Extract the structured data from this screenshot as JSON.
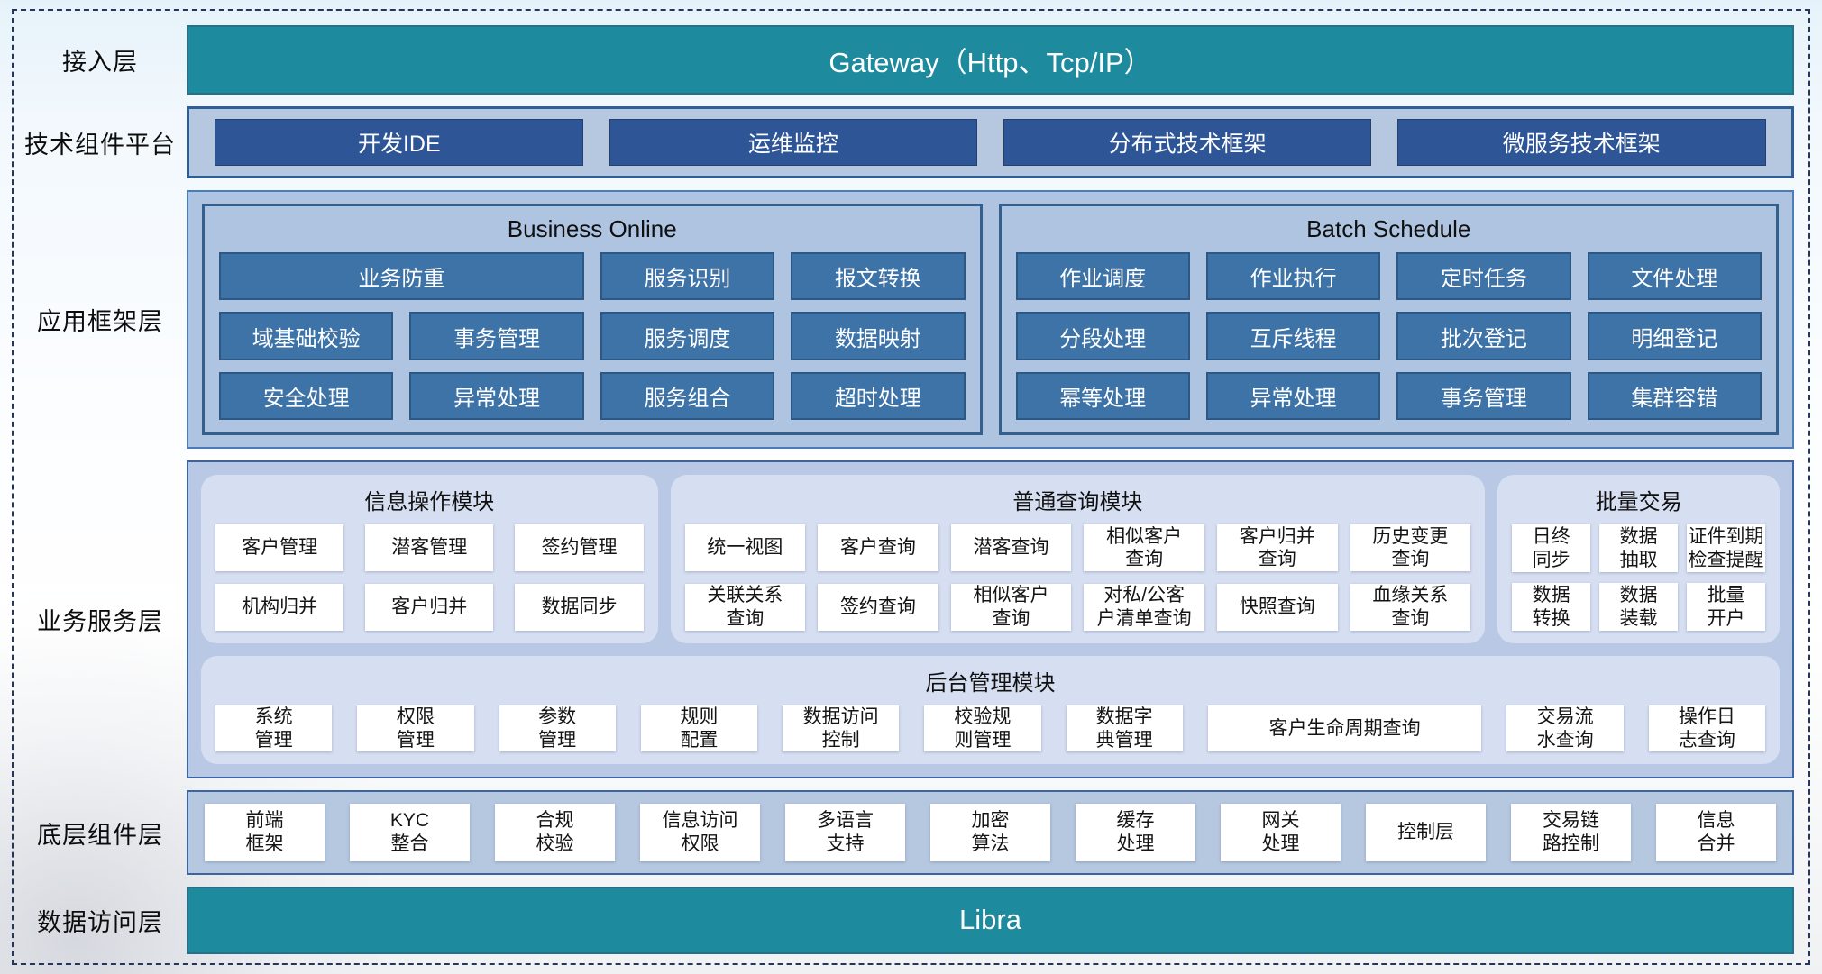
{
  "access": {
    "label": "接入层",
    "gateway": "Gateway（Http、Tcp/IP）"
  },
  "tech_platform": {
    "label": "技术组件平台",
    "items": [
      "开发IDE",
      "运维监控",
      "分布式技术框架",
      "微服务技术框架"
    ]
  },
  "app_framework": {
    "label": "应用框架层",
    "business_online": {
      "title": "Business Online",
      "buttons": [
        "业务防重",
        "服务识别",
        "报文转换",
        "域基础校验",
        "事务管理",
        "服务调度",
        "数据映射",
        "安全处理",
        "异常处理",
        "服务组合",
        "超时处理"
      ]
    },
    "batch_schedule": {
      "title": "Batch Schedule",
      "buttons": [
        "作业调度",
        "作业执行",
        "定时任务",
        "文件处理",
        "分段处理",
        "互斥线程",
        "批次登记",
        "明细登记",
        "幂等处理",
        "异常处理",
        "事务管理",
        "集群容错"
      ]
    }
  },
  "services": {
    "label": "业务服务层",
    "info_ops": {
      "title": "信息操作模块",
      "buttons": [
        "客户管理",
        "潜客管理",
        "签约管理",
        "机构归并",
        "客户归并",
        "数据同步"
      ]
    },
    "query": {
      "title": "普通查询模块",
      "buttons": [
        "统一视图",
        "客户查询",
        "潜客查询",
        "相似客户\n查询",
        "客户归并\n查询",
        "历史变更\n查询",
        "关联关系\n查询",
        "签约查询",
        "相似客户\n查询",
        "对私/公客\n户清单查询",
        "快照查询",
        "血缘关系\n查询"
      ]
    },
    "batch_trade": {
      "title": "批量交易",
      "buttons": [
        "日终\n同步",
        "数据\n抽取",
        "证件到期\n检查提醒",
        "数据\n转换",
        "数据\n装载",
        "批量\n开户"
      ]
    },
    "admin": {
      "title": "后台管理模块",
      "buttons": [
        "系统\n管理",
        "权限\n管理",
        "参数\n管理",
        "规则\n配置",
        "数据访问\n控制",
        "校验规\n则管理",
        "数据字\n典管理",
        "客户生命周期查询",
        "交易流\n水查询",
        "操作日\n志查询"
      ]
    }
  },
  "bottom_components": {
    "label": "底层组件层",
    "buttons": [
      "前端\n框架",
      "KYC\n整合",
      "合规\n校验",
      "信息访问\n权限",
      "多语言\n支持",
      "加密\n算法",
      "缓存\n处理",
      "网关\n处理",
      "控制层",
      "交易链\n路控制",
      "信息\n合并"
    ]
  },
  "data_access": {
    "label": "数据访问层",
    "bar": "Libra"
  },
  "colors": {
    "teal": "#1e8a9e",
    "navy": "#2e5596",
    "medium_blue": "#3e73a8",
    "container_blue": "#b6c7e0",
    "panel_light": "#d6def1"
  }
}
